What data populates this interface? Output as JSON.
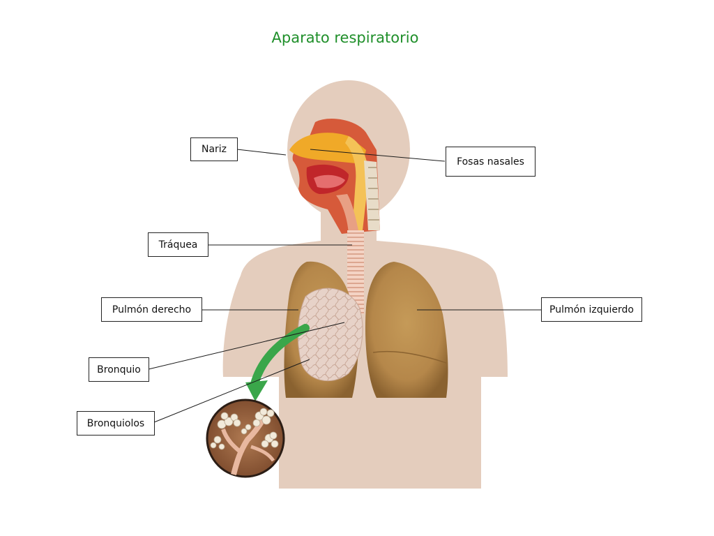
{
  "title": "Aparato respiratorio",
  "labels": {
    "nariz": "Nariz",
    "fosas_nasales": "Fosas nasales",
    "traquea": "Tráquea",
    "pulmon_derecho": "Pulmón derecho",
    "pulmon_izquierdo": "Pulmón izquierdo",
    "bronquio": "Bronquio",
    "bronquiolos": "Bronquiolos"
  },
  "colors": {
    "title": "#1f8f2a",
    "body": "#e4cdbd",
    "lung": "#b5874a",
    "lung_dark": "#8a6230",
    "trachea": "#efc3b0",
    "nasal": "#f0a928",
    "mouth": "#c0262a",
    "arrow": "#3aa64a"
  }
}
